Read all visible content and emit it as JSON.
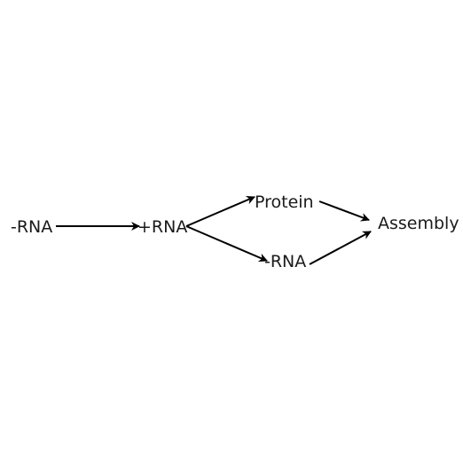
{
  "diagram": {
    "nodes": {
      "neg_rna_start": "-RNA",
      "pos_rna": "+RNA",
      "protein": "Protein",
      "neg_rna_product": "-RNA",
      "assembly": "Assembly"
    },
    "edges": [
      {
        "from": "neg_rna_start",
        "to": "pos_rna"
      },
      {
        "from": "pos_rna",
        "to": "protein"
      },
      {
        "from": "pos_rna",
        "to": "neg_rna_product"
      },
      {
        "from": "protein",
        "to": "assembly"
      },
      {
        "from": "neg_rna_product",
        "to": "assembly"
      }
    ],
    "colors": {
      "text": "#1a1a1a",
      "arrow": "#000000",
      "background": "#ffffff"
    }
  }
}
